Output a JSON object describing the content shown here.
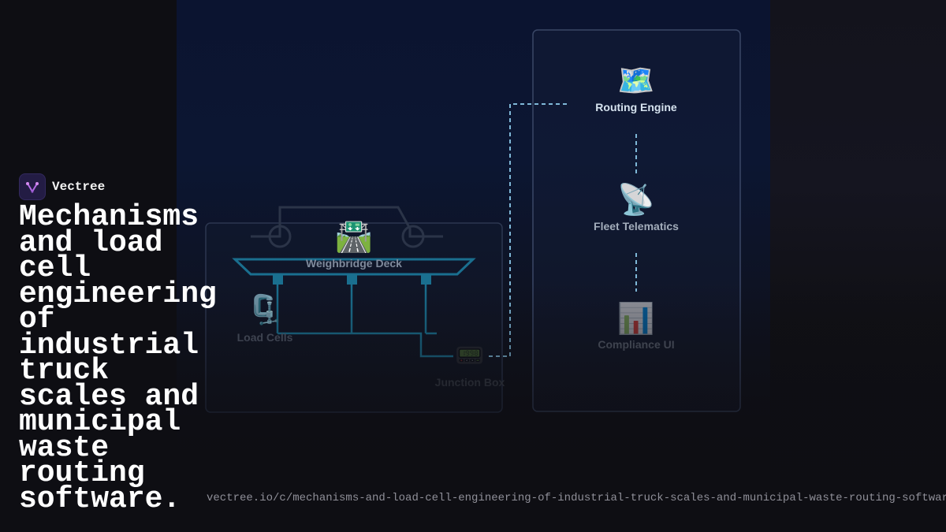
{
  "brand": {
    "name": "Vectree"
  },
  "headline": "Mechanisms and load cell engineering of industrial truck scales and municipal waste routing software.",
  "url": "vectree.io/c/mechanisms-and-load-cell-engineering-of-industrial-truck-scales-and-municipal-waste-routing-software",
  "diagram": {
    "nodes": {
      "weighbridge": {
        "icon": "🛣️",
        "label": "Weighbridge Deck"
      },
      "loadcells": {
        "icon": "🗜️",
        "label": "Load Cells"
      },
      "junction": {
        "icon": "📟",
        "label": "Junction Box"
      },
      "routing": {
        "icon": "🗺️",
        "label": "Routing Engine"
      },
      "telematics": {
        "icon": "📡",
        "label": "Fleet Telematics"
      },
      "compliance": {
        "icon": "📊",
        "label": "Compliance UI"
      }
    }
  },
  "colors": {
    "background": "#0e0e13",
    "stage": "#0b1430",
    "accent_cyan": "#1a6f8f",
    "dashed_link": "#7fb8d8",
    "brand_logo": "#231c44"
  }
}
